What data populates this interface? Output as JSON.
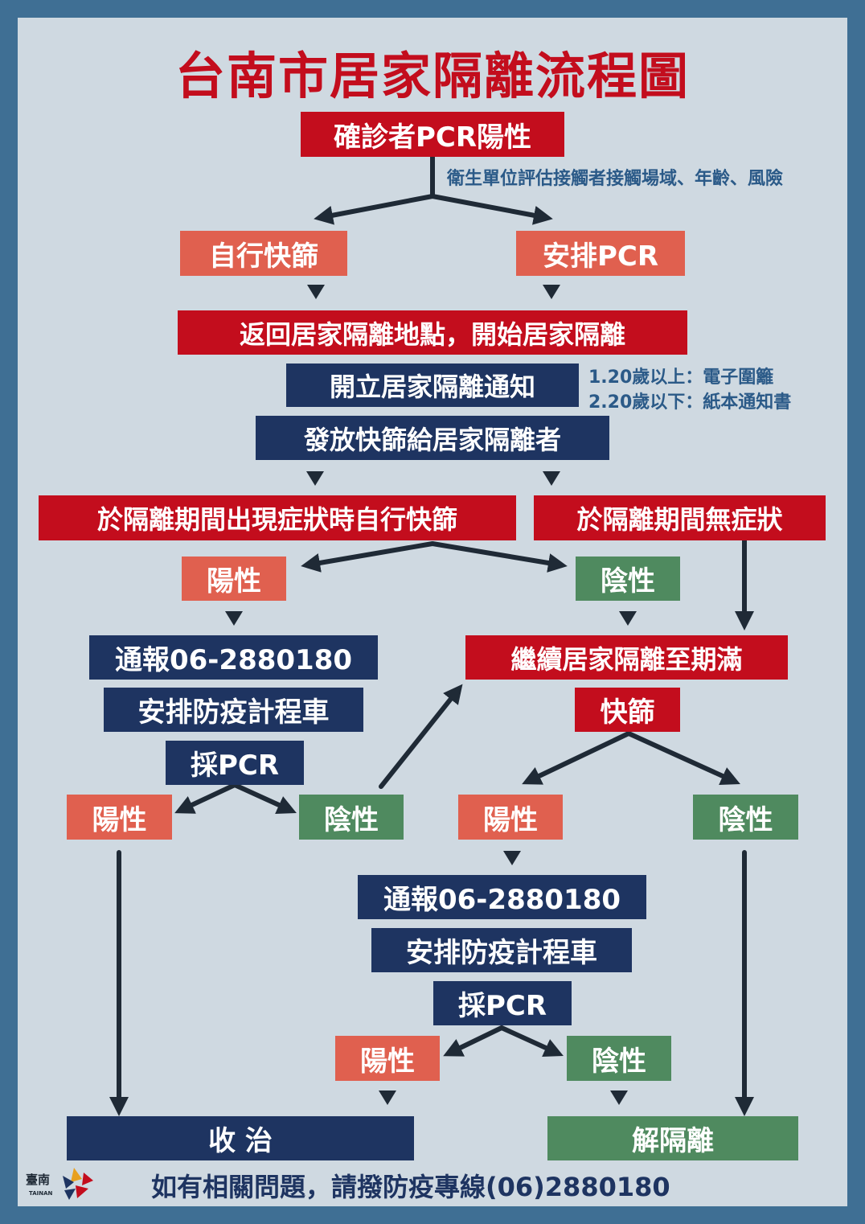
{
  "title": "台南市居家隔離流程圖",
  "colors": {
    "frame": "#3f6f94",
    "panel": "#cfd9e1",
    "red": "#c30d1d",
    "coral": "#e0604f",
    "navy": "#1e3461",
    "green": "#4f8a5f",
    "note": "#2b5a88"
  },
  "nodes": {
    "confirmed_pcr_positive": "確診者PCR陽性",
    "assessment_note": "衛生單位評估接觸者接觸場域、年齡、風險",
    "self_rapid_test": "自行快篩",
    "arrange_pcr": "安排PCR",
    "return_home_isolation": "返回居家隔離地點，開始居家隔離",
    "issue_notice": "開立居家隔離通知",
    "notice_note_1": "1.20歲以上：電子圍籬",
    "notice_note_2": "2.20歲以下：紙本通知書",
    "distribute_kits": "發放快篩給居家隔離者",
    "symptoms_self_test": "於隔離期間出現症狀時自行快篩",
    "no_symptoms": "於隔離期間無症狀",
    "positive": "陽性",
    "negative": "陰性",
    "report_phone": "通報06-2880180",
    "arrange_taxi": "安排防疫計程車",
    "collect_pcr": "採PCR",
    "continue_isolation": "繼續居家隔離至期滿",
    "rapid_test": "快篩",
    "treatment": "收 治",
    "release": "解隔離"
  },
  "footer": {
    "hotline": "如有相關問題，請撥防疫專線(06)2880180",
    "logo_text": "臺南",
    "logo_sub": "TAINAN"
  }
}
